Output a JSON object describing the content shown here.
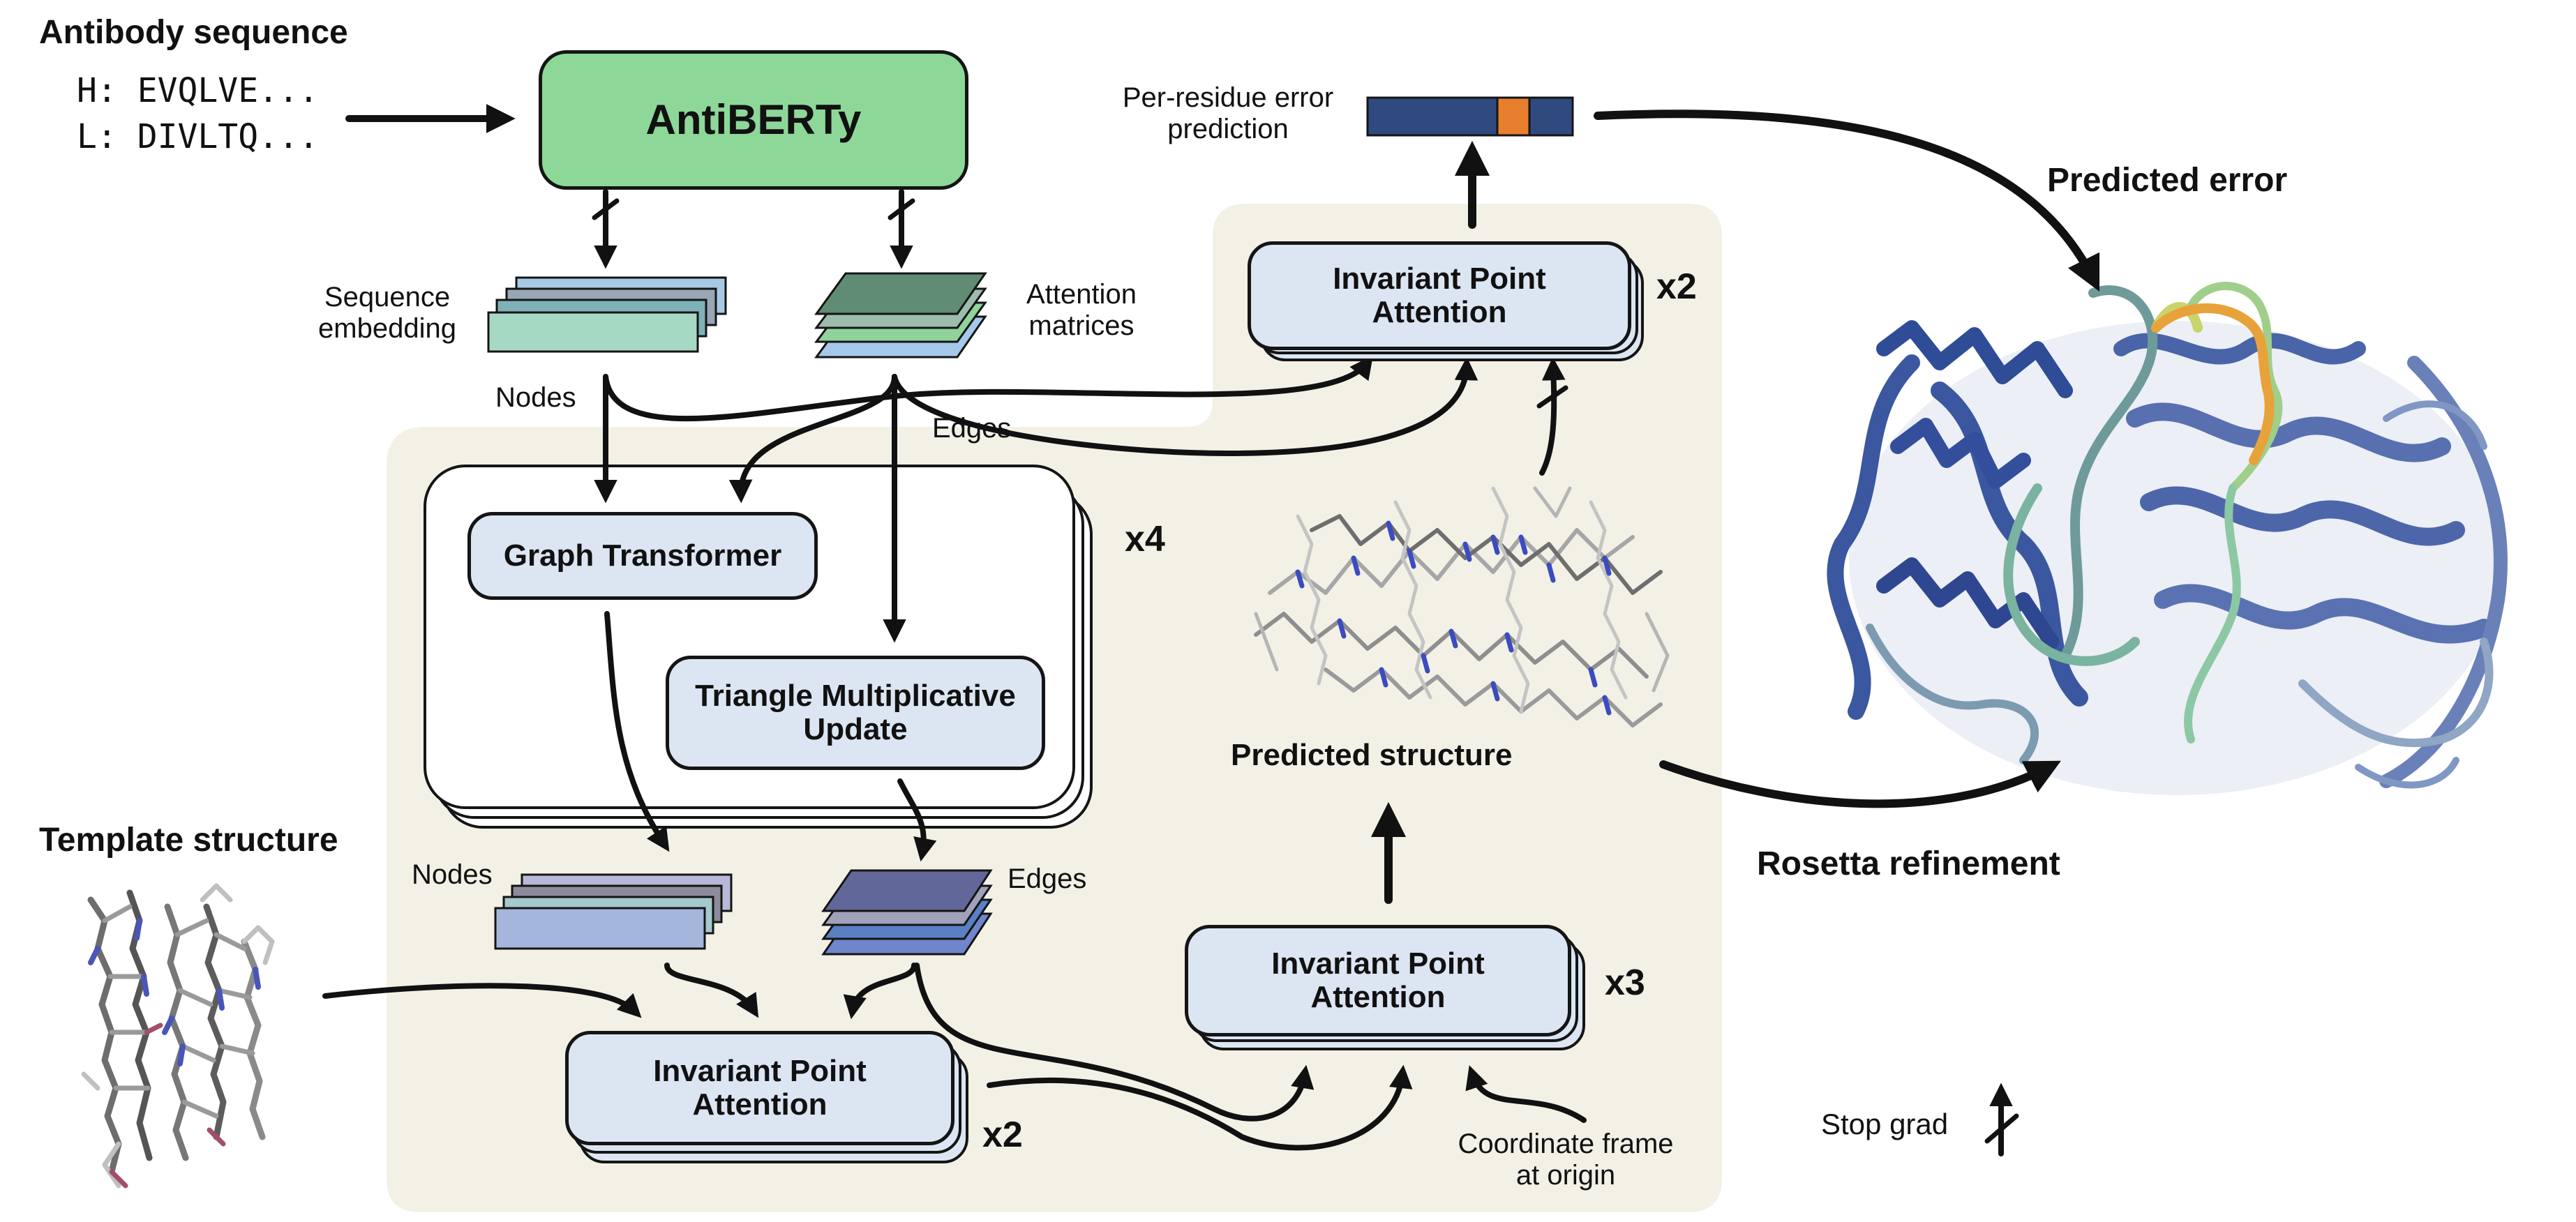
{
  "sequence_input": {
    "title": "Antibody sequence",
    "heavy": "H: EVQLVE...",
    "light": "L: DIVLTQ..."
  },
  "language_model": {
    "label": "AntiBERTy"
  },
  "embeddings": {
    "sequence_label": "Sequence\nembedding",
    "attention_label": "Attention\nmatrices",
    "nodes_label": "Nodes",
    "edges_label": "Edges"
  },
  "graph_block": {
    "graph_transformer": "Graph Transformer",
    "triangle_update": "Triangle Multiplicative\nUpdate",
    "repeat": "x4",
    "nodes_out_label": "Nodes",
    "edges_out_label": "Edges"
  },
  "template": {
    "title": "Template structure"
  },
  "ipa_template": {
    "label": "Invariant Point\nAttention",
    "repeat": "x2"
  },
  "ipa_structure": {
    "label": "Invariant Point\nAttention",
    "repeat": "x3"
  },
  "coordinate_frame": {
    "label": "Coordinate frame\nat origin"
  },
  "predicted_structure": {
    "label": "Predicted structure"
  },
  "ipa_error": {
    "label": "Invariant Point\nAttention",
    "repeat": "x2"
  },
  "error_prediction": {
    "label": "Per-residue error\nprediction"
  },
  "final_structure": {
    "predicted_error_label": "Predicted error",
    "refinement_label": "Rosetta refinement"
  },
  "legend": {
    "stop_grad_label": "Stop grad"
  },
  "colors": {
    "green_box": "#8dd899",
    "blue_box": "#dce6f3",
    "panel_background": "#f3f1e6",
    "error_bar_blue": "#2f4a7e",
    "error_bar_orange": "#e87f2e",
    "protein_blue": "#3b57a0",
    "protein_teal": "#7ab3a0",
    "loop_orange": "#e8a23a"
  }
}
